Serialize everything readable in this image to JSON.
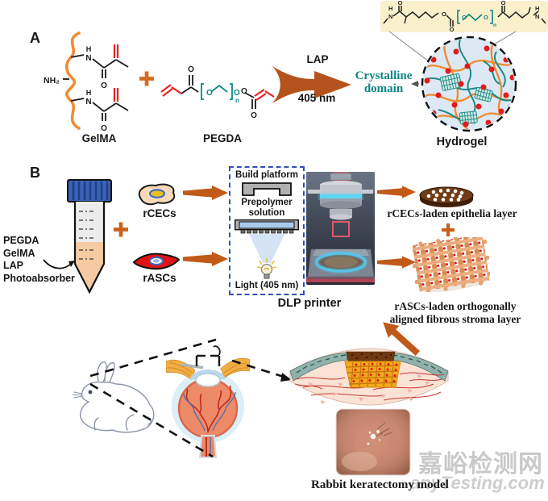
{
  "panelA": {
    "label": "A",
    "gelma_label": "GelMA",
    "pegda_label": "PEGDA",
    "plus": "+",
    "arrow_label_top": "LAP",
    "arrow_label_bottom": "405 nm",
    "crystalline_line1": "Crystalline",
    "crystalline_line2": "domain",
    "hydrogel_label": "Hydrogel",
    "atoms": {
      "amine": "NH₂",
      "nitrogen": "N",
      "hydrogen": "H",
      "oxygen": "O",
      "repeat_n": "n"
    }
  },
  "panelB": {
    "label": "B",
    "ingredients": [
      "PEGDA",
      "GelMA",
      "LAP",
      "Photoabsorber"
    ],
    "plus": "+",
    "cell_top_label": "rCECs",
    "cell_bottom_label": "rASCs",
    "printer_schematic": {
      "build_platform": "Build platform",
      "prepolymer_line1": "Prepolymer",
      "prepolymer_line2": "solution",
      "light_label": "Light (405 nm)"
    },
    "printer_label": "DLP printer",
    "epithelia_label": "rCECs-laden epithelia layer",
    "stroma_line1": "rASCs-laden orthogonally",
    "stroma_line2": "aligned fibrous stroma layer"
  },
  "bottom": {
    "model_label": "Rabbit keratectomy model",
    "watermark_cn": "嘉峪检测网",
    "watermark_en": "anyTesting.com"
  },
  "colors": {
    "accent_orange": "#c2611c",
    "reaction_arrow_brown": "#b4541c",
    "teal": "#0e8585",
    "chain_orange": "#ef8c33",
    "crosslink_red": "#e41b1b",
    "hydrogel_fill": "#dce9f5",
    "structure_highlight": "#fbf0cc",
    "dashed_box_blue": "#3050b8",
    "tube_cap_blue": "#3a63b8",
    "prepolymer_peach": "#f6caa2"
  }
}
